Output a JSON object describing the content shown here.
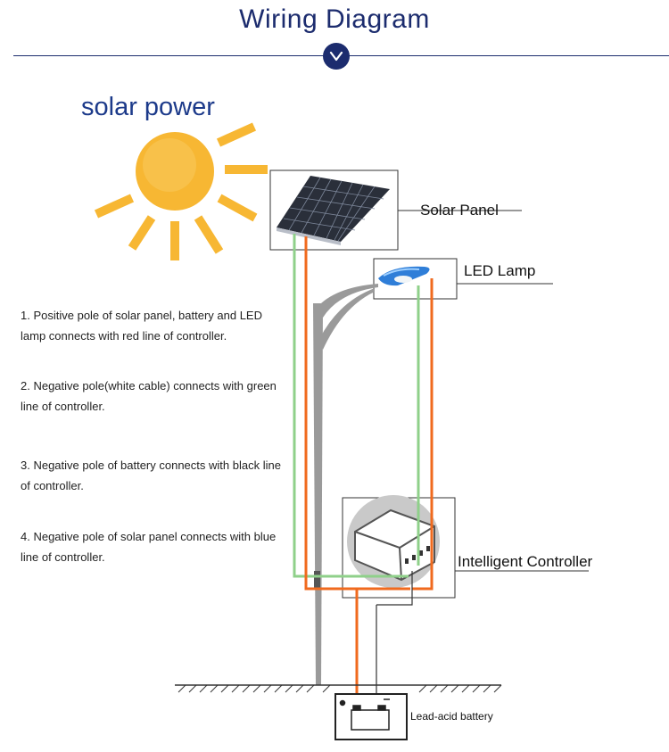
{
  "header": {
    "title": "Wiring Diagram"
  },
  "solar": {
    "title": "solar power"
  },
  "labels": {
    "solar_panel": "Solar Panel",
    "led_lamp": "LED Lamp",
    "controller": "Intelligent Controller",
    "battery": "Lead-acid battery"
  },
  "notes": [
    "1. Positive pole of  solar panel, battery and LED lamp connects with red line of controller.",
    "2. Negative pole(white cable) connects with green line of controller.",
    "3. Negative pole of battery connects with black line of controller.",
    "4. Negative pole of solar panel connects with blue line of controller."
  ],
  "colors": {
    "title": "#1c2c6e",
    "red_wire": "#f06a1e",
    "green_wire": "#8fd08a",
    "black_wire": "#333333",
    "sun": "#f7b733",
    "pole": "#9a9a9a"
  }
}
